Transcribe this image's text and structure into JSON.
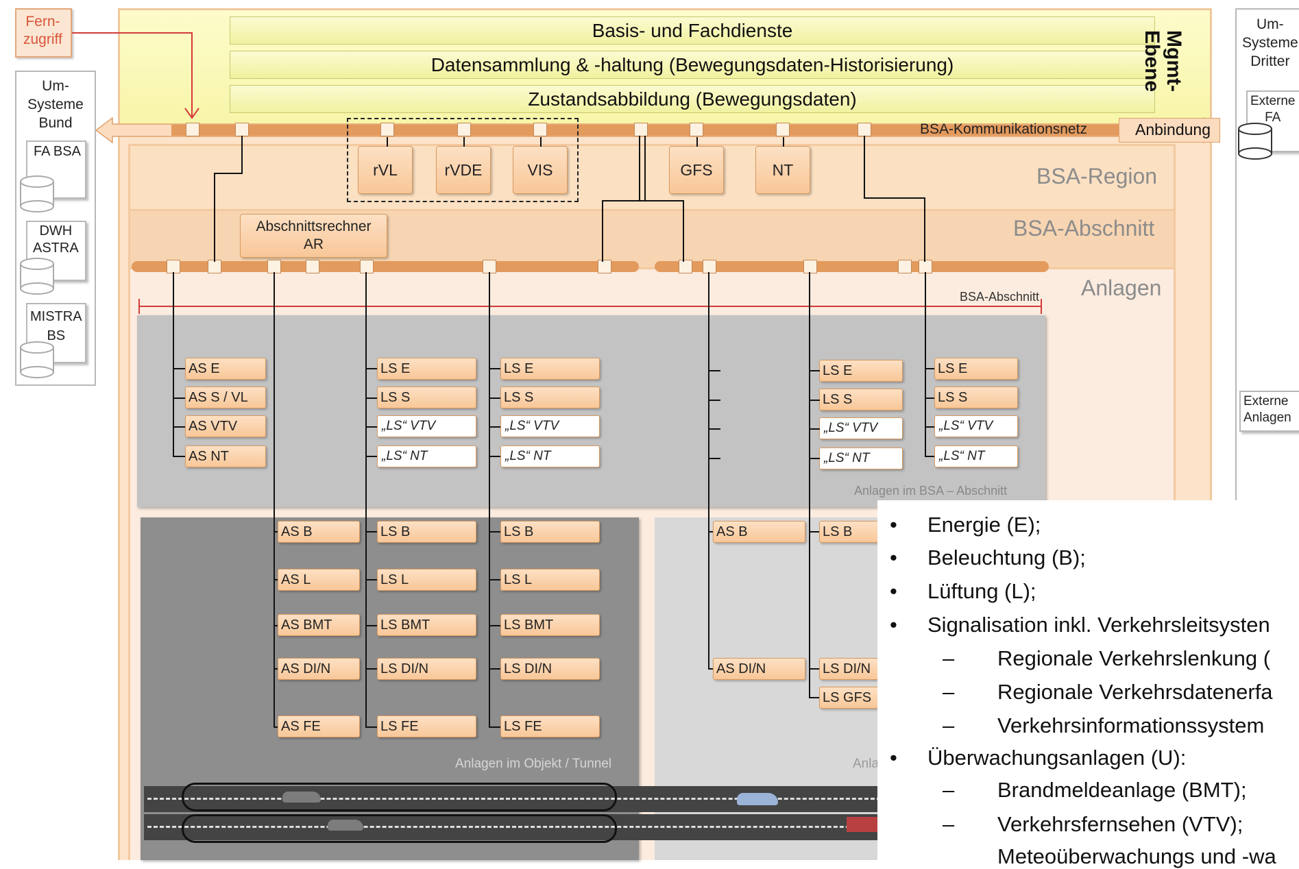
{
  "header": {
    "fernzugriff": "Fern-\nzugriff",
    "services": [
      "Basis- und Fachdienste",
      "Datensammlung & -haltung  (Bewegungsdaten-Historisierung)",
      "Zustandsabbildung (Bewegungsdaten)"
    ],
    "mgmt_label": "Mgmt-\nEbene",
    "network_label": "BSA-Kommunikationsnetz",
    "anbindung": "Anbindung"
  },
  "left_panel": {
    "title": "Um-\nSysteme\nBund",
    "items": [
      "FA BSA",
      "DWH\nASTRA",
      "MISTRA\nBS"
    ]
  },
  "right_panel": {
    "title": "Um-\nSysteme\nDritter",
    "externe_fa": "Externe\nFA",
    "externe_anlagen": "Externe\nAnlagen"
  },
  "regions": {
    "region": "BSA-Region",
    "abschnitt": "BSA-Abschnitt",
    "anlagen": "Anlagen",
    "abschnitt_marker": "BSA-Abschnitt",
    "anlagen_im_abschnitt": "Anlagen im BSA – Abschnitt",
    "anlagen_im_objekt": "Anlagen im Objekt / Tunnel",
    "anlagen_partial": "Anla"
  },
  "region_nodes": [
    "rVL",
    "rVDE",
    "VIS",
    "GFS",
    "NT"
  ],
  "abschnittsrechner": "Abschnittsrechner\nAR",
  "upper_groups": {
    "as_group": [
      "AS E",
      "AS S / VL",
      "AS VTV",
      "AS NT"
    ],
    "ls_group_1": [
      "LS E",
      "LS S",
      "„LS“ VTV",
      "„LS“ NT"
    ],
    "ls_group_2": [
      "LS E",
      "LS S",
      "„LS“ VTV",
      "„LS“ NT"
    ],
    "ls_group_3": [
      "LS E",
      "LS S",
      "„LS“ VTV",
      "„LS“ NT"
    ],
    "ls_group_4": [
      "LS E",
      "LS S",
      "„LS“ VTV",
      "„LS“ NT"
    ]
  },
  "lower_groups": {
    "as_group": [
      "AS B",
      "AS L",
      "AS BMT",
      "AS DI/N",
      "AS FE"
    ],
    "ls_group_1": [
      "LS B",
      "LS L",
      "LS BMT",
      "LS DI/N",
      "LS FE"
    ],
    "ls_group_2": [
      "LS B",
      "LS L",
      "LS BMT",
      "LS DI/N",
      "LS FE"
    ],
    "right_as": [
      "AS B",
      "AS DI/N"
    ],
    "right_ls": [
      "LS B",
      "LS DI/N",
      "LS GFS"
    ]
  },
  "bullets": {
    "items": [
      {
        "marker": "•",
        "text": "Energie (E);"
      },
      {
        "marker": "•",
        "text": "Beleuchtung (B);"
      },
      {
        "marker": "•",
        "text": "Lüftung (L);"
      },
      {
        "marker": "•",
        "text": "Signalisation inkl. Verkehrsleitsysten"
      },
      {
        "marker": "–",
        "text": "Regionale Verkehrslenkung ("
      },
      {
        "marker": "–",
        "text": "Regionale Verkehrsdatenerfa"
      },
      {
        "marker": "–",
        "text": "Verkehrsinformationssystem"
      },
      {
        "marker": "•",
        "text": "Überwachungsanlagen (U):"
      },
      {
        "marker": "–",
        "text": "Brandmeldeanlage (BMT);"
      },
      {
        "marker": "–",
        "text": "Verkehrsfernsehen (VTV);"
      },
      {
        "marker": "–",
        "text": "Meteoüberwachungs und -wa"
      }
    ]
  },
  "colors": {
    "accent": "#e8a06a",
    "service_fill": "#f4f4b0",
    "header_bg": "#fbfab8",
    "gray_dark": "#8e8e8e",
    "gray_light": "#d6d6d6",
    "red": "#d33a3a"
  }
}
